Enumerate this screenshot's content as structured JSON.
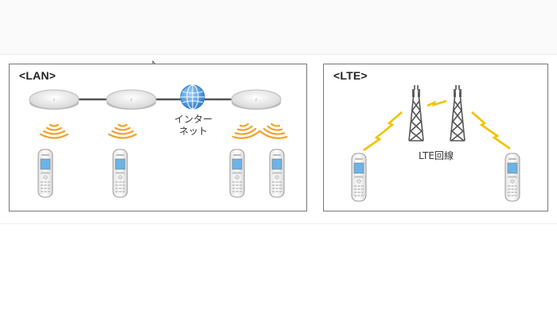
{
  "lan_panel": {
    "title": "<LAN>",
    "internet_label_line1": "インター",
    "internet_label_line2": "ネット",
    "access_point_count": 3,
    "phone_count": 4
  },
  "lte_panel": {
    "title": "<LTE>",
    "lte_line_label": "LTE回線",
    "tower_count": 2,
    "phone_count": 2
  },
  "colors": {
    "panel_border": "#777777",
    "wifi_wave": "#f3a12a",
    "lightning": "#f2c200",
    "globe": "#3a8fd8",
    "cable": "#555555",
    "phone_screen": "#6db4e6",
    "tower": "#555555"
  },
  "icons": [
    "access-point-icon",
    "globe-icon",
    "wifi-wave-icon",
    "phone-icon",
    "cell-tower-icon",
    "lightning-icon",
    "cursor-icon"
  ]
}
